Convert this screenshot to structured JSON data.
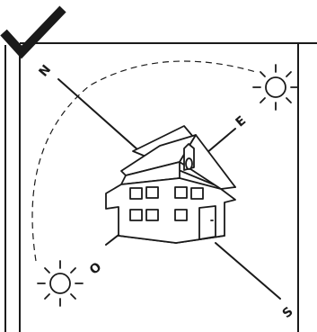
{
  "diagram": {
    "type": "house-orientation",
    "compass": {
      "north": "N",
      "east": "E",
      "south": "S",
      "west": "O"
    },
    "sun_positions": [
      "east",
      "west"
    ],
    "status": "checkmark"
  },
  "colors": {
    "line": "#1a1a1a",
    "background": "#ffffff"
  }
}
